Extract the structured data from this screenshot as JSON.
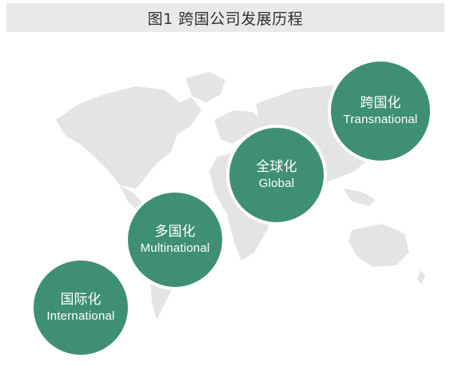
{
  "title": "图1 跨国公司发展历程",
  "colors": {
    "circle_fill": "#3f8f76",
    "map_fill": "#e4e4e4",
    "title_bg": "#e9e9e9"
  },
  "stages": [
    {
      "zh": "国际化",
      "en": "International"
    },
    {
      "zh": "多国化",
      "en": "Multinational"
    },
    {
      "zh": "全球化",
      "en": "Global"
    },
    {
      "zh": "跨国化",
      "en": "Transnational"
    }
  ]
}
